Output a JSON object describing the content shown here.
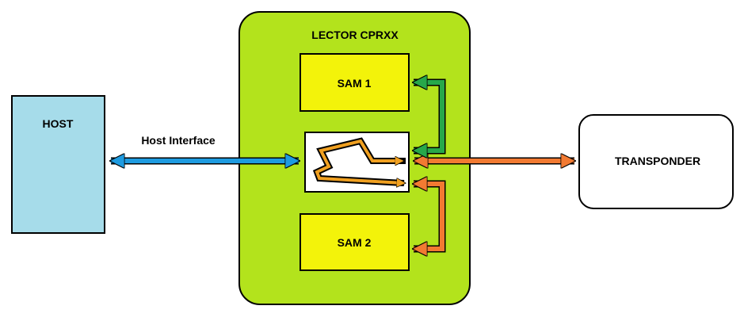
{
  "host": {
    "label": "HOST",
    "fill": "#a6dcea"
  },
  "reader": {
    "label": "LECTOR CPRXX",
    "fill": "#b3e31c"
  },
  "sam1": {
    "label": "SAM 1",
    "fill": "#f3f30a"
  },
  "sam2": {
    "label": "SAM 2",
    "fill": "#f3f30a"
  },
  "host_interface": {
    "label": "Host Interface",
    "color": "#1e9be0"
  },
  "transponder": {
    "label": "TRANSPONDER",
    "fill": "#ffffff"
  },
  "arrow_colors": {
    "sam1_link": "#27a84a",
    "transponder_link": "#f27a32",
    "sam2_link": "#f27a32"
  },
  "chip_icon": {
    "name": "microcontroller-icon",
    "color": "#f0a020"
  }
}
